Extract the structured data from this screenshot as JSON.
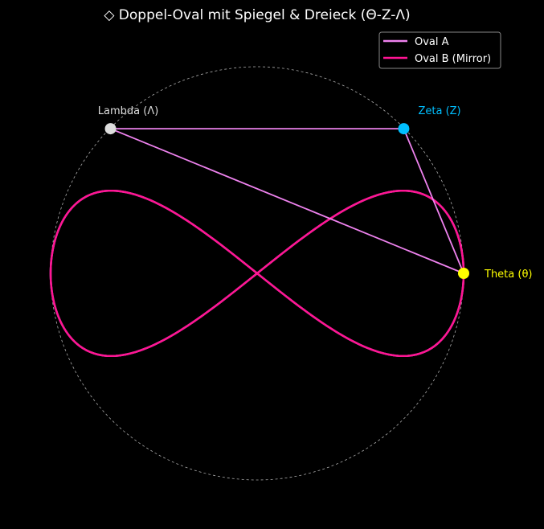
{
  "chart_data": {
    "type": "line",
    "title": "◇ Doppel-Oval mit Spiegel & Dreieck (Θ-Z-Λ)",
    "xlabel": "",
    "ylabel": "",
    "xlim": [
      -1.05,
      1.05
    ],
    "ylim": [
      -1.05,
      1.05
    ],
    "grid": false,
    "legend_position": "top-right",
    "background": "#000000",
    "circle": {
      "radius": 1.0,
      "color": "#aaaaaa",
      "style": "dashed"
    },
    "series": [
      {
        "name": "Oval A",
        "color": "#ee82ee",
        "curve": "lemniscate",
        "a": 1.0,
        "b": 0.4
      },
      {
        "name": "Oval B (Mirror)",
        "color": "#ff1493",
        "curve": "lemniscate-mirror",
        "a": 1.0,
        "b": 0.4
      }
    ],
    "triangle": {
      "color": "#ee82ee",
      "points": [
        {
          "label": "Theta (θ)",
          "x": 1.0,
          "y": 0.0,
          "color": "#ffff00"
        },
        {
          "label": "Zeta (Z)",
          "x": 0.71,
          "y": 0.7,
          "color": "#00bfff"
        },
        {
          "label": "Lambda (Λ)",
          "x": -0.71,
          "y": 0.7,
          "color": "#dddddd"
        }
      ]
    }
  }
}
